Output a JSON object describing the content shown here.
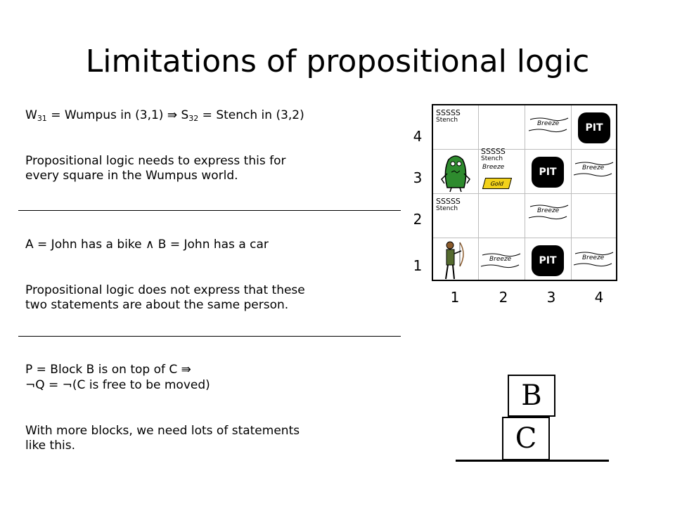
{
  "slide": {
    "title": "Limitations of propositional logic"
  },
  "sections": [
    {
      "formula": {
        "w": "W",
        "w_sub": "31",
        "eq1": " = Wumpus in (3,1) ⇛ S",
        "s_sub": "32",
        "eq2": " = Stench in (3,2)"
      },
      "line1": "Propositional logic needs to express this for",
      "line2": "every square in the Wumpus world."
    },
    {
      "formula": "A = John has a bike ∧ B = John has a car",
      "line1": "Propositional logic does not express that these",
      "line2": "two statements are about the same person."
    },
    {
      "formula1": "P = Block B is on top of C ⇛",
      "formula2": "¬Q = ¬(C is free to be moved)",
      "line1": "With more blocks, we need lots of statements",
      "line2": "like this."
    }
  ],
  "wumpus": {
    "row_labels": [
      "4",
      "3",
      "2",
      "1"
    ],
    "col_labels": [
      "1",
      "2",
      "3",
      "4"
    ],
    "pit_label": "PIT",
    "stench_label": "Stench",
    "stench_marks": "SSSSS",
    "breeze_label": "Breeze",
    "gold_label": "Gold"
  },
  "blocks": {
    "top": "B",
    "bottom": "C"
  },
  "colors": {
    "wumpus": "#2e8b2e",
    "gold": "#f2d21b",
    "agent": "#556b2f"
  }
}
